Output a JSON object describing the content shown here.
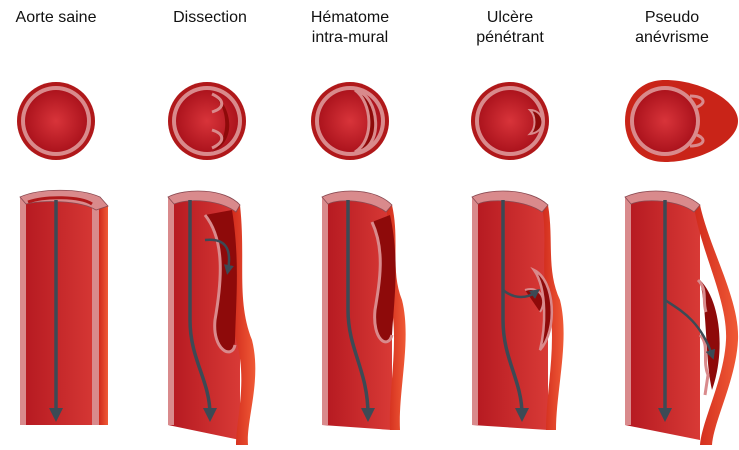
{
  "panels": [
    {
      "id": "healthy",
      "title_lines": [
        "Aorte saine"
      ]
    },
    {
      "id": "dissection",
      "title_lines": [
        "Dissection"
      ]
    },
    {
      "id": "hematoma",
      "title_lines": [
        "Hématome",
        "intra-mural"
      ]
    },
    {
      "id": "ulcer",
      "title_lines": [
        "Ulcère",
        "pénétrant"
      ]
    },
    {
      "id": "pseudo",
      "title_lines": [
        "Pseudo",
        "anévrisme"
      ]
    }
  ],
  "colors": {
    "wall_outer": "#c92418",
    "wall_bright": "#e8452a",
    "lumen_dark": "#8e0a0a",
    "lumen": "#b8141a",
    "intima": "#d98a8c",
    "intima_edge": "#8a4a52",
    "arrow": "#3c4a55"
  }
}
